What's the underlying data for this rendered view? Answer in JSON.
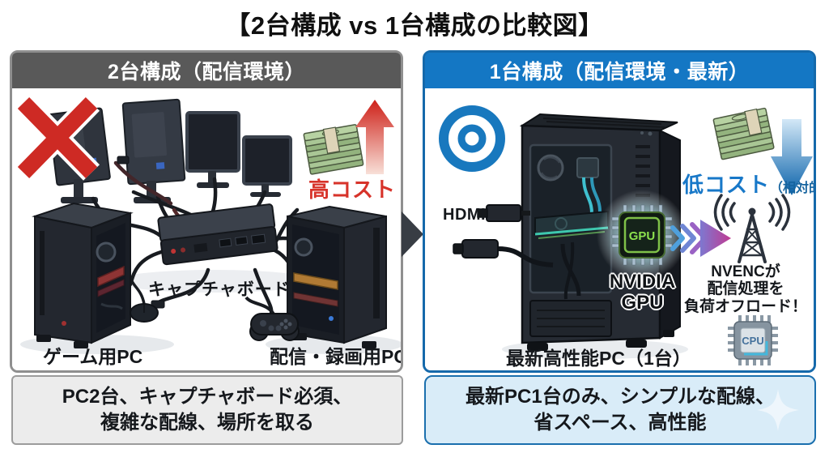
{
  "title": "【2台構成 vs 1台構成の比較図】",
  "left_panel": {
    "header": "2台構成（配信環境）",
    "cost_label": "高コスト",
    "capture_board_label": "キャプチャボード",
    "gaming_pc_label": "ゲーム用PC",
    "streaming_pc_label": "配信・録画用PC",
    "summary_line1": "PC2台、キャプチャボード必須、",
    "summary_line2": "複雑な配線、場所を取る"
  },
  "right_panel": {
    "header": "1台構成（配信環境・最新）",
    "hdmi_label": "HDMI",
    "gpu_chip_label": "GPU",
    "gpu_name_line1": "NVIDIA",
    "gpu_name_line2": "GPU",
    "cost_label": "低コスト",
    "cost_note": "（相対的）",
    "nvenc_line1": "NVENCが",
    "nvenc_line2": "配信処理を",
    "nvenc_line3": "負荷オフロード！",
    "cpu_chip_label": "CPU",
    "pc_label": "最新高性能PC（1台）",
    "summary_line1": "最新PC1台のみ、シンプルな配線、",
    "summary_line2": "省スペース、高性能"
  },
  "colors": {
    "high_cost_red": "#d7332a",
    "low_cost_blue": "#1878c8",
    "left_header_gray": "#595959",
    "right_header_blue": "#1477c4",
    "panel_border_blue": "#1569ab",
    "gpu_green": "#8ce04e",
    "cpu_blue": "#44719c"
  }
}
